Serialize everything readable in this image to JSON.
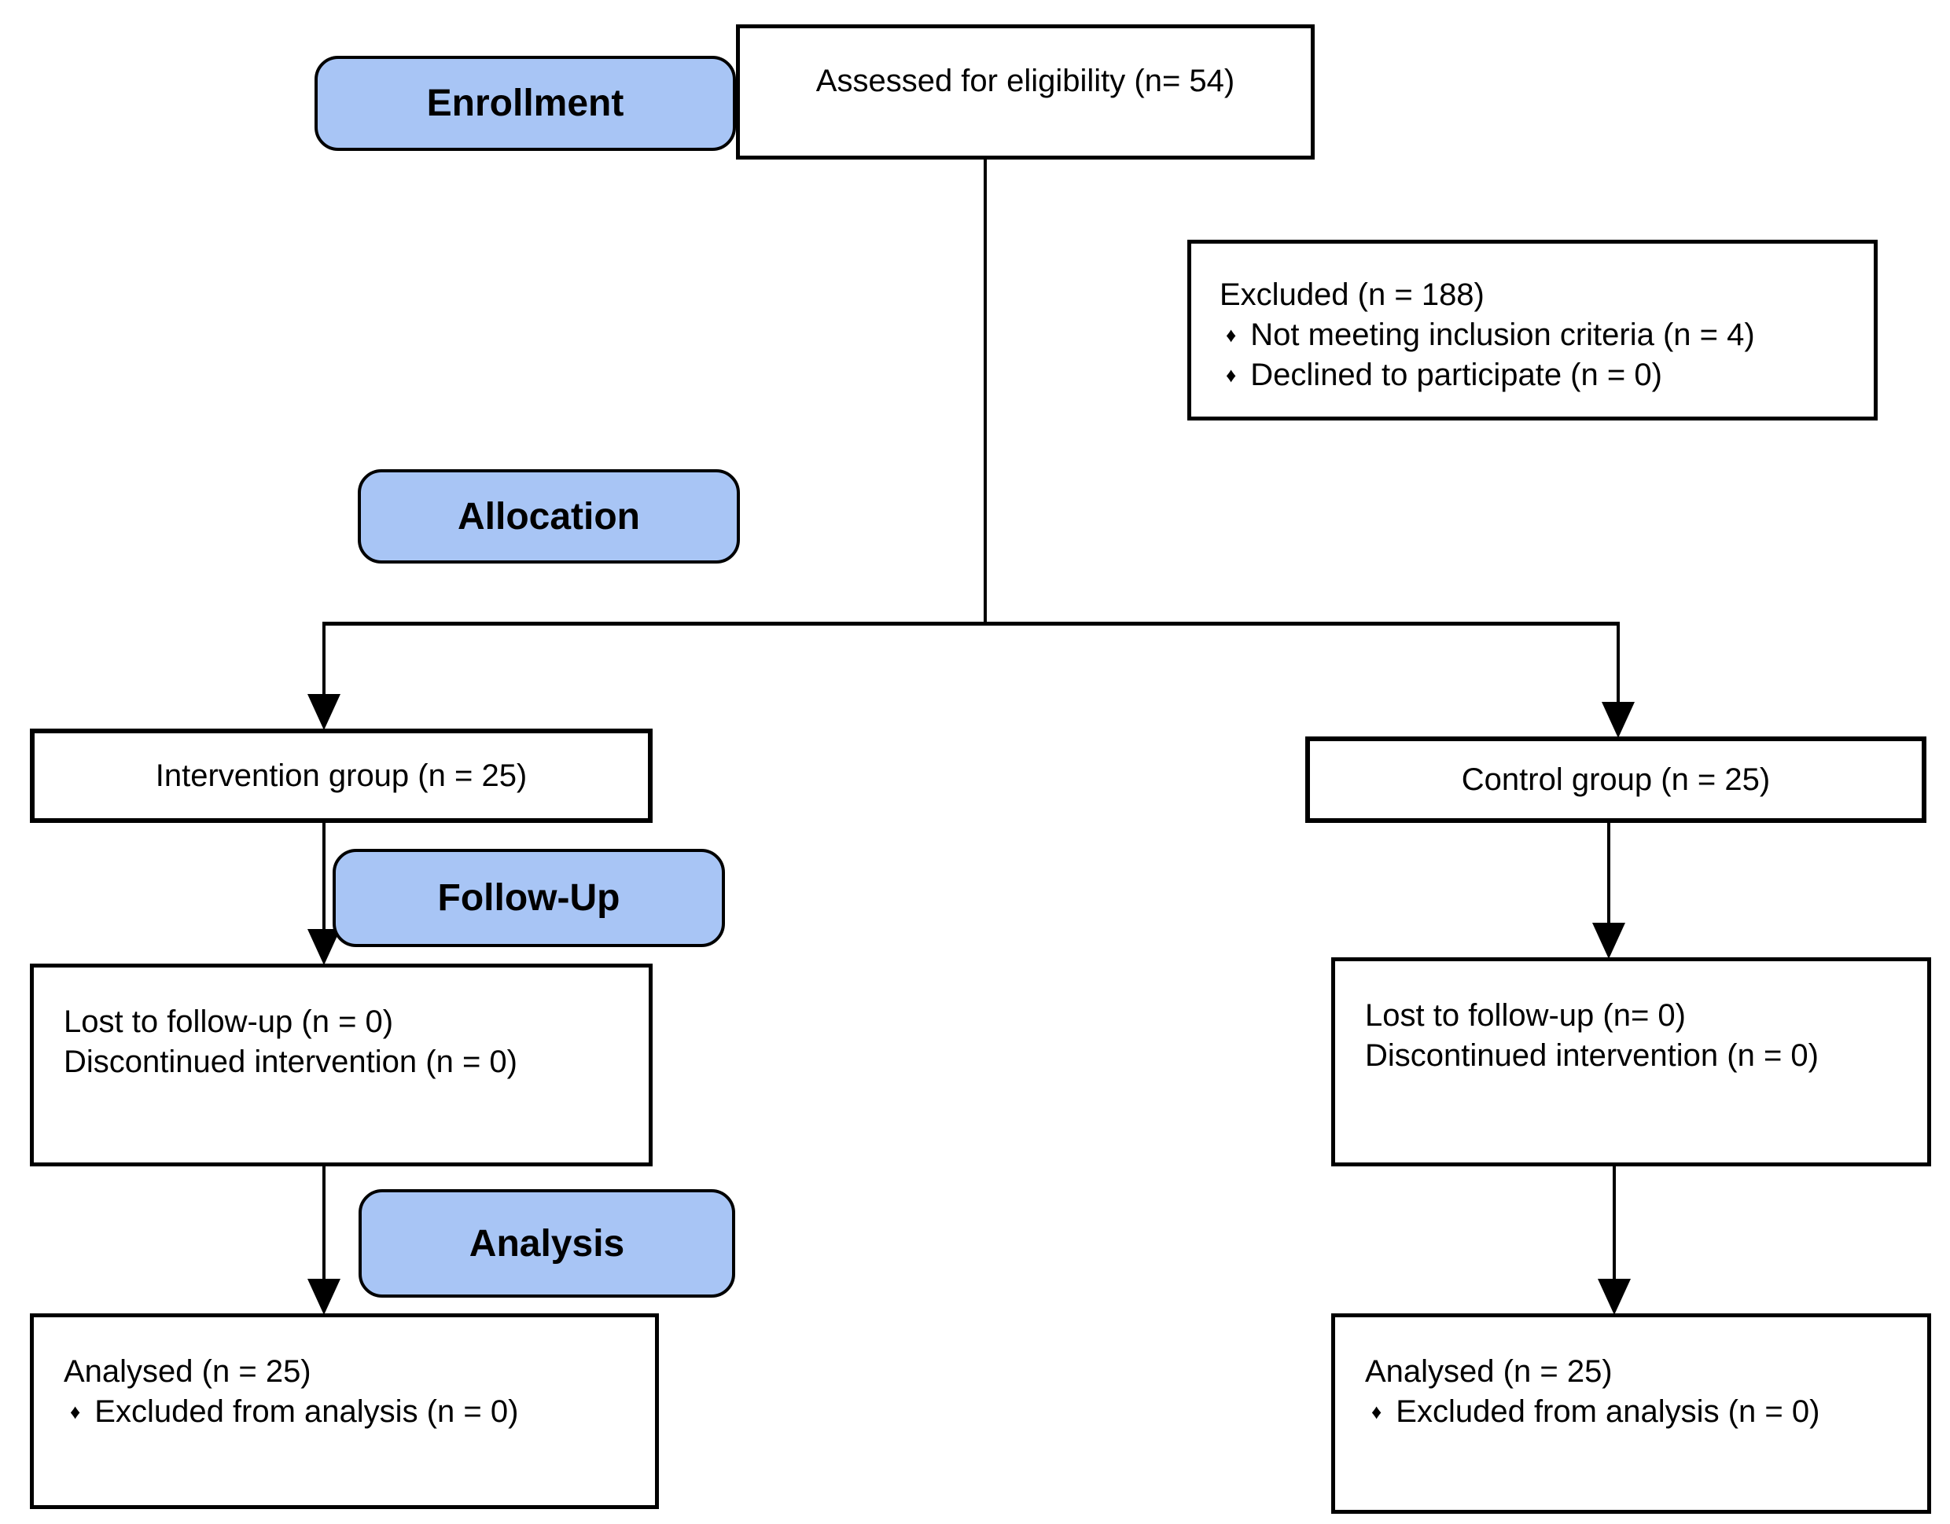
{
  "diagram": {
    "title_implicit": "CONSORT participant flow diagram",
    "colors": {
      "stage_fill": "#a8c5f5",
      "line": "#000000",
      "box_fill": "#ffffff",
      "text": "#000000"
    },
    "stages": {
      "enrollment": "Enrollment",
      "allocation": "Allocation",
      "followup": "Follow-Up",
      "analysis": "Analysis"
    },
    "assessed": {
      "text": "Assessed for eligibility (n= 54)"
    },
    "excluded": {
      "title": "Excluded (n = 188)",
      "bullet_glyph": "♦",
      "bullets": [
        "Not meeting inclusion criteria (n = 4)",
        "Declined to participate (n = 0)"
      ]
    },
    "intervention": {
      "text": "Intervention group (n = 25)"
    },
    "control": {
      "text": "Control group (n = 25)"
    },
    "followup_left": {
      "lines": [
        "Lost to follow-up (n = 0)",
        "Discontinued intervention (n = 0)"
      ]
    },
    "followup_right": {
      "lines": [
        "Lost to follow-up (n= 0)",
        "Discontinued intervention (n = 0)"
      ]
    },
    "analysed_left": {
      "title": "Analysed (n = 25)",
      "bullet_glyph": "♦",
      "bullets": [
        "Excluded from analysis (n = 0)"
      ]
    },
    "analysed_right": {
      "title": "Analysed (n = 25)",
      "bullet_glyph": "♦",
      "bullets": [
        "Excluded from analysis (n = 0)"
      ]
    }
  }
}
